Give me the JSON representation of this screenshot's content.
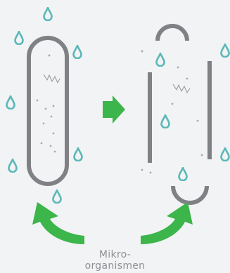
{
  "caption": {
    "line1": "Mikro-",
    "line2": "organismen"
  },
  "colors": {
    "background": "#f2f3f5",
    "cell_wall": "#808184",
    "water_drop": "#5ab8b8",
    "arrow_green": "#3cb54b",
    "granules": "#a9aaad",
    "caption_text": "#8f9094"
  },
  "icons": {
    "water_drop": "water-drop-icon",
    "cell_left": "intact-cell",
    "cell_right": "lysed-cell",
    "arrow_right": "right-arrow-icon",
    "curved_arrows": "curved-arrow-icon"
  }
}
